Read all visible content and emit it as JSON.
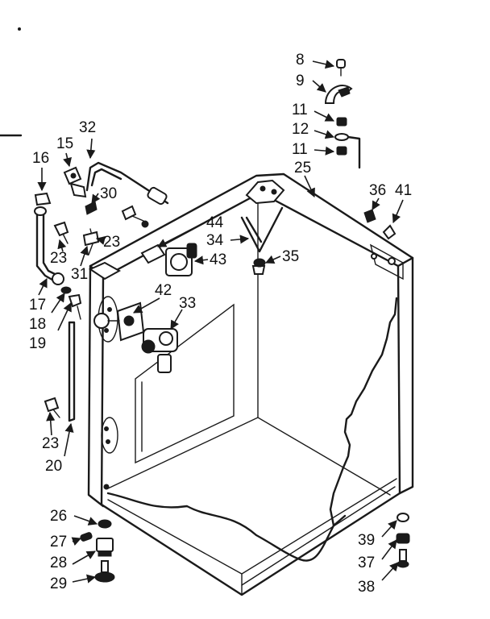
{
  "diagram": {
    "callouts": {
      "c8": "8",
      "c9": "9",
      "c11a": "11",
      "c12": "12",
      "c11b": "11",
      "c25": "25",
      "c36": "36",
      "c41": "41",
      "c32": "32",
      "c16": "16",
      "c15": "15",
      "c30": "30",
      "c44": "44",
      "c34": "34",
      "c35": "35",
      "c23a": "23",
      "c23b": "23",
      "c43": "43",
      "c31": "31",
      "c17": "17",
      "c18": "18",
      "c19": "19",
      "c42": "42",
      "c33": "33",
      "c23c": "23",
      "c20": "20",
      "c26": "26",
      "c27": "27",
      "c28": "28",
      "c29": "29",
      "c39": "39",
      "c37": "37",
      "c38": "38"
    }
  }
}
